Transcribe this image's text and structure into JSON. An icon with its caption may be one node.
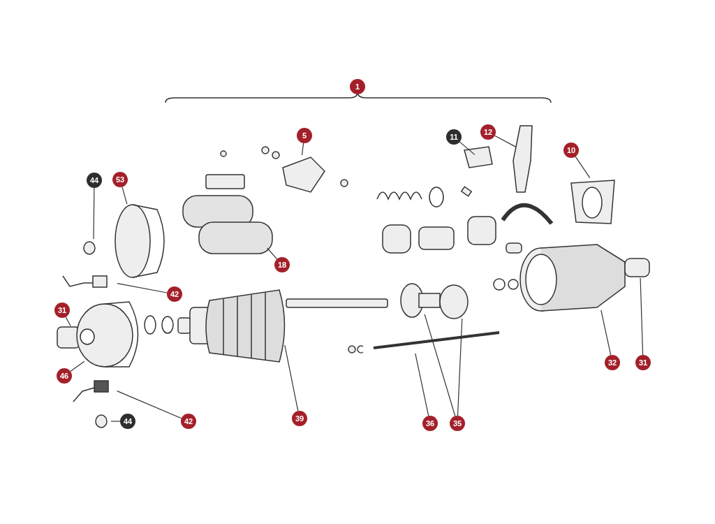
{
  "diagram": {
    "nodes": [
      {
        "text": [
          "1"
        ]
      },
      {
        "text": [
          "5"
        ]
      },
      {
        "text": [
          "11"
        ]
      },
      {
        "text": [
          "12"
        ]
      },
      {
        "text": [
          "10"
        ]
      },
      {
        "text": [
          "44"
        ]
      },
      {
        "text": [
          "53"
        ]
      },
      {
        "text": [
          "18"
        ]
      },
      {
        "text": [
          "42"
        ]
      },
      {
        "text": [
          "31"
        ]
      },
      {
        "text": [
          "46"
        ]
      },
      {
        "text": [
          "32"
        ]
      },
      {
        "text": [
          "31"
        ]
      },
      {
        "text": [
          "39"
        ]
      },
      {
        "text": [
          "42"
        ]
      },
      {
        "text": [
          "44"
        ]
      },
      {
        "text": [
          "36"
        ]
      },
      {
        "text": [
          "35"
        ]
      }
    ],
    "edges": [
      {
        "from": 1,
        "to": null,
        "arrow": "none"
      },
      {
        "from": 2,
        "to": null,
        "arrow": "none"
      },
      {
        "from": 3,
        "to": null,
        "arrow": "none"
      },
      {
        "from": 4,
        "to": null,
        "arrow": "none"
      },
      {
        "from": 5,
        "to": null,
        "arrow": "none"
      },
      {
        "from": 6,
        "to": null,
        "arrow": "none"
      },
      {
        "from": 7,
        "to": null,
        "arrow": "none"
      },
      {
        "from": 8,
        "to": null,
        "arrow": "none"
      },
      {
        "from": 9,
        "to": null,
        "arrow": "none"
      },
      {
        "from": 10,
        "to": null,
        "arrow": "none"
      },
      {
        "from": 11,
        "to": null,
        "arrow": "none"
      },
      {
        "from": 12,
        "to": null,
        "arrow": "none"
      },
      {
        "from": 13,
        "to": null,
        "arrow": "none"
      },
      {
        "from": 14,
        "to": null,
        "arrow": "none"
      },
      {
        "from": 15,
        "to": null,
        "arrow": "none"
      },
      {
        "from": 16,
        "to": null,
        "arrow": "none"
      },
      {
        "from": 17,
        "to": null,
        "arrow": "none"
      },
      {
        "from": 17,
        "to": null,
        "arrow": "none"
      }
    ]
  }
}
